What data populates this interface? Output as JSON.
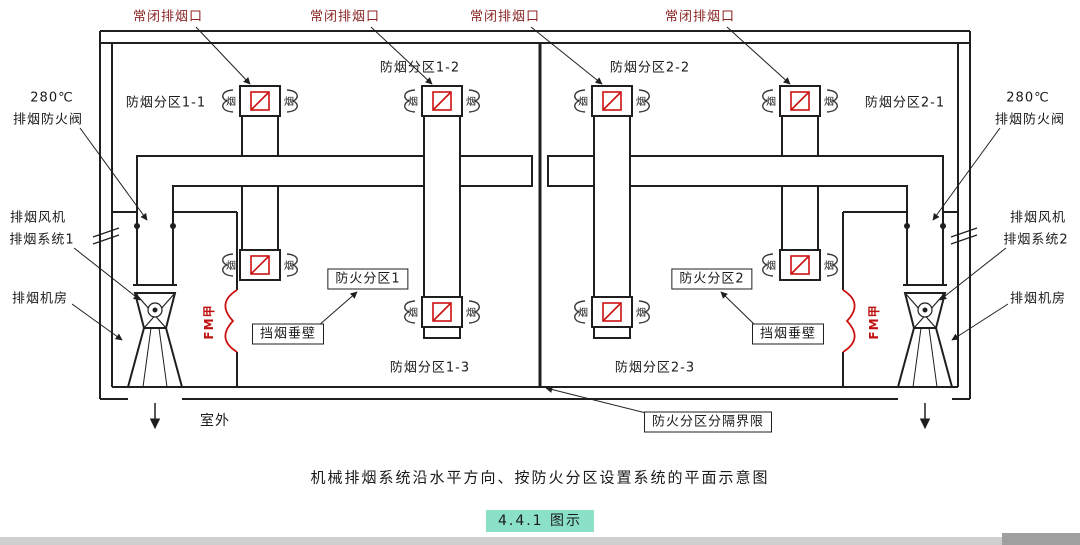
{
  "diagram": {
    "vent_label": "常闭排烟口",
    "zones": {
      "z1_1": "防烟分区1-1",
      "z1_2": "防烟分区1-2",
      "z2_2": "防烟分区2-2",
      "z2_1": "防烟分区2-1",
      "z1_3": "防烟分区1-3",
      "z2_3": "防烟分区2-3"
    },
    "fire_zone_1": "防火分区1",
    "fire_zone_2": "防火分区2",
    "left": {
      "temp": "280℃",
      "damper": "排烟防火阀",
      "fan": "排烟风机",
      "system": "排烟系统1",
      "room": "排烟机房"
    },
    "right": {
      "temp": "280℃",
      "damper": "排烟防火阀",
      "fan": "排烟风机",
      "system": "排烟系统2",
      "room": "排烟机房"
    },
    "smoke_curtain": "挡烟垂壁",
    "fire_door": "FM甲",
    "boundary_label": "防火分区分隔界限",
    "outdoor": "室外",
    "smoke_char": "烟",
    "title": "机械排烟系统沿水平方向、按防火分区设置系统的平面示意图",
    "figure_label": "4.4.1 图示"
  },
  "colors": {
    "red": "#cc1111",
    "line": "#1f1f1f",
    "label_red": "#8b2424",
    "highlight": "#8be0c8"
  }
}
